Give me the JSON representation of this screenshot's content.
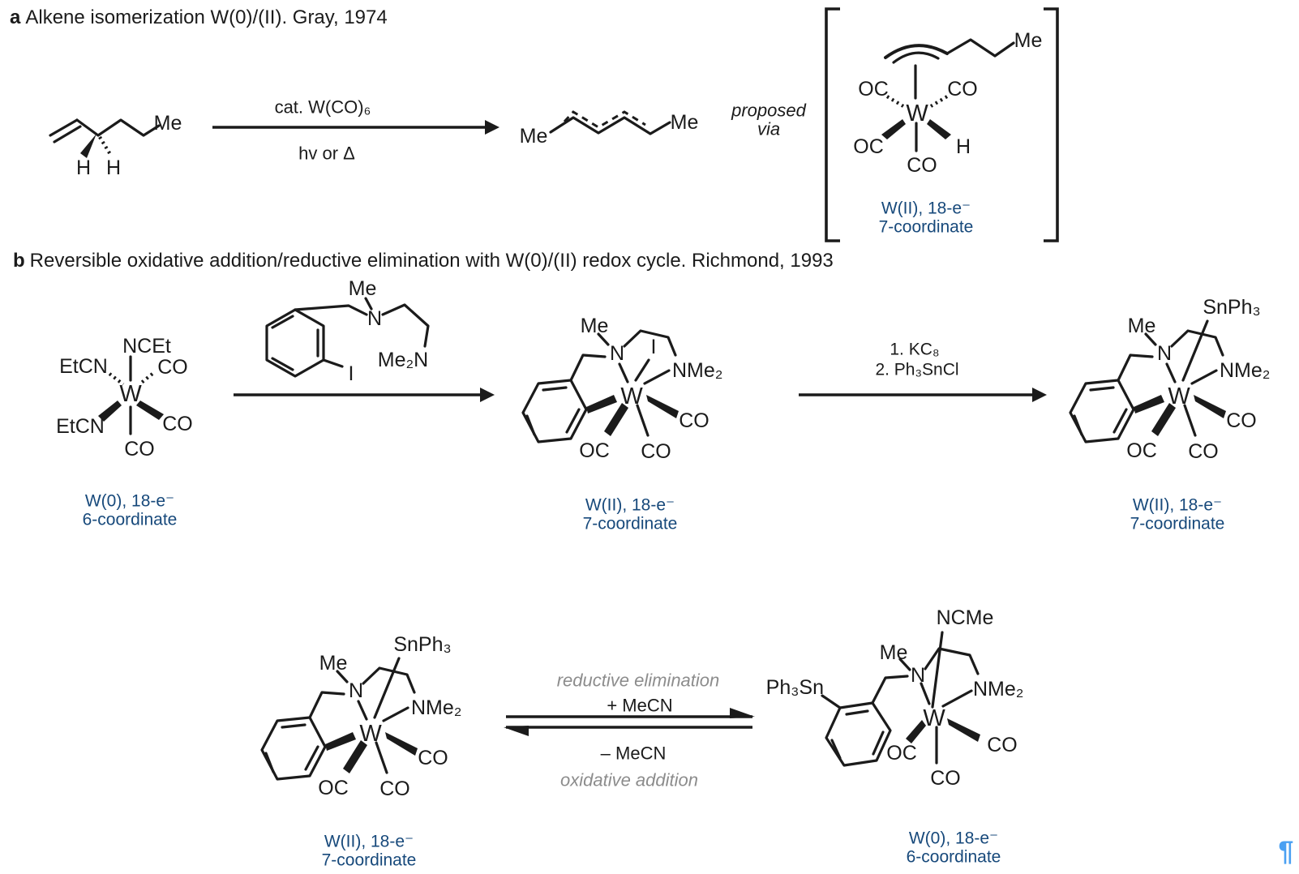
{
  "colors": {
    "structure": "#1b1b1b",
    "caption_blue": "#17497b",
    "gray_italic": "#8c8c8c",
    "pilcrow_blue": "#4aa0f2"
  },
  "panel_a": {
    "label": "a",
    "title": "Alkene isomerization W(0)/(II). Gray, 1974",
    "reactant": {
      "me": "Me",
      "h_left": "H",
      "h_right": "H"
    },
    "arrow": {
      "top": "cat. W(CO)₆",
      "bottom": "hv or Δ"
    },
    "product": {
      "me_left": "Me",
      "me_right": "Me"
    },
    "proposed": {
      "line1": "proposed",
      "line2": "via"
    },
    "intermediate": {
      "me": "Me",
      "oc_tl": "OC",
      "co_tr": "CO",
      "w": "W",
      "oc_bl": "OC",
      "h": "H",
      "co_b": "CO",
      "cap1": "W(II), 18-e⁻",
      "cap2": "7-coordinate"
    }
  },
  "panel_b": {
    "label": "b",
    "title": "Reversible oxidative addition/reductive elimination with W(0)/(II) redox cycle. Richmond, 1993",
    "w0_start": {
      "ncet": "NCEt",
      "etcn_tl": "EtCN",
      "co_tr": "CO",
      "etcn_bl": "EtCN",
      "co_br": "CO",
      "co_b": "CO",
      "w": "W",
      "cap1": "W(0), 18-e⁻",
      "cap2": "6-coordinate"
    },
    "ligand": {
      "me": "Me",
      "n": "N",
      "me2n": "Me₂N",
      "i": "I"
    },
    "step2": {
      "line1": "1. KC₈",
      "line2": "2. Ph₃SnCl"
    },
    "iodide": {
      "me": "Me",
      "n": "N",
      "i": "I",
      "nme2": "NMe₂",
      "w": "W",
      "oc": "OC",
      "co_b": "CO",
      "co_r": "CO",
      "cap1": "W(II), 18-e⁻",
      "cap2": "7-coordinate"
    },
    "stannyl": {
      "snph3": "SnPh₃",
      "me": "Me",
      "n": "N",
      "nme2": "NMe₂",
      "w": "W",
      "oc": "OC",
      "co_b": "CO",
      "co_r": "CO",
      "cap1": "W(II), 18-e⁻",
      "cap2": "7-coordinate"
    },
    "stannyl2": {
      "snph3": "SnPh₃",
      "me": "Me",
      "n": "N",
      "nme2": "NMe₂",
      "w": "W",
      "oc": "OC",
      "co_b": "CO",
      "co_r": "CO",
      "cap1": "W(II), 18-e⁻",
      "cap2": "7-coordinate"
    },
    "equilibrium": {
      "forward": "reductive elimination",
      "forward_reagent": "+ MeCN",
      "reverse_reagent": "– MeCN",
      "reverse": "oxidative addition"
    },
    "w0_product": {
      "ncme": "NCMe",
      "me": "Me",
      "ph3sn": "Ph₃Sn",
      "n": "N",
      "nme2": "NMe₂",
      "w": "W",
      "oc": "OC",
      "co_r": "CO",
      "co_b": "CO",
      "cap1": "W(0), 18-e⁻",
      "cap2": "6-coordinate"
    }
  },
  "pilcrow": "¶"
}
